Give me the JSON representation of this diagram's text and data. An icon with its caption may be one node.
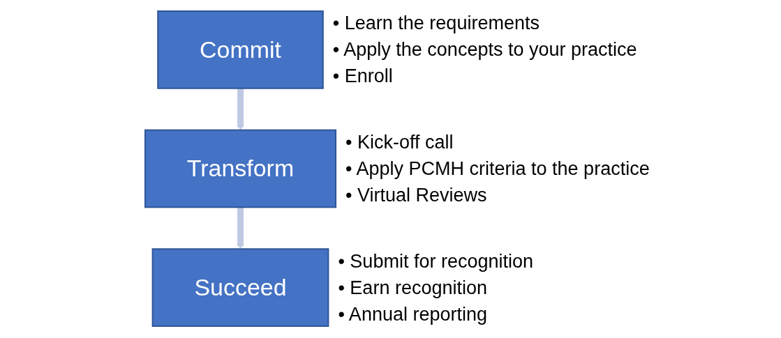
{
  "diagram": {
    "nodes": [
      {
        "text": [
          "Commit"
        ],
        "beside": [
          "• Learn the requirements",
          "• Apply the concepts to your practice",
          "• Enroll"
        ]
      },
      {
        "text": [
          "Transform"
        ],
        "beside": [
          "• Kick-off call",
          "• Apply PCMH criteria to the practice",
          "• Virtual Reviews"
        ]
      },
      {
        "text": [
          "Succeed"
        ],
        "beside": [
          "• Submit for recognition",
          "• Earn recognition",
          "• Annual reporting"
        ]
      }
    ],
    "edges": [
      {
        "from": 0,
        "to": 1,
        "arrow": "to"
      },
      {
        "from": 1,
        "to": 2,
        "arrow": "to"
      }
    ]
  }
}
